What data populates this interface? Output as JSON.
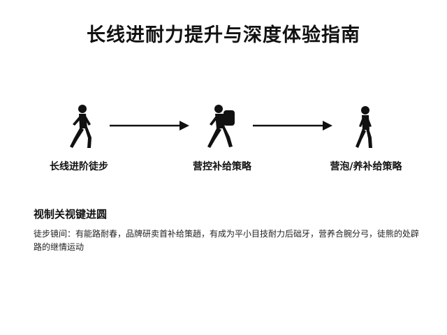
{
  "title": "长线进耐力提升与深度体验指南",
  "stages": [
    {
      "label": "长线进阶徒步",
      "icon": "walking-person-icon"
    },
    {
      "label": "营控补给策略",
      "icon": "hiker-with-backpack-icon"
    },
    {
      "label": "营泡/养补给策略",
      "icon": "standing-person-icon"
    }
  ],
  "section": {
    "heading": "视制关视键进圆",
    "description": "徒步镜间：有能路耐春，品牌研卖首补给策趟，有成为平小目技耐力后础牙，营养合腕分弓，徒熊的处辟路的继情运动"
  },
  "colors": {
    "ink": "#111111",
    "background": "#ffffff"
  }
}
